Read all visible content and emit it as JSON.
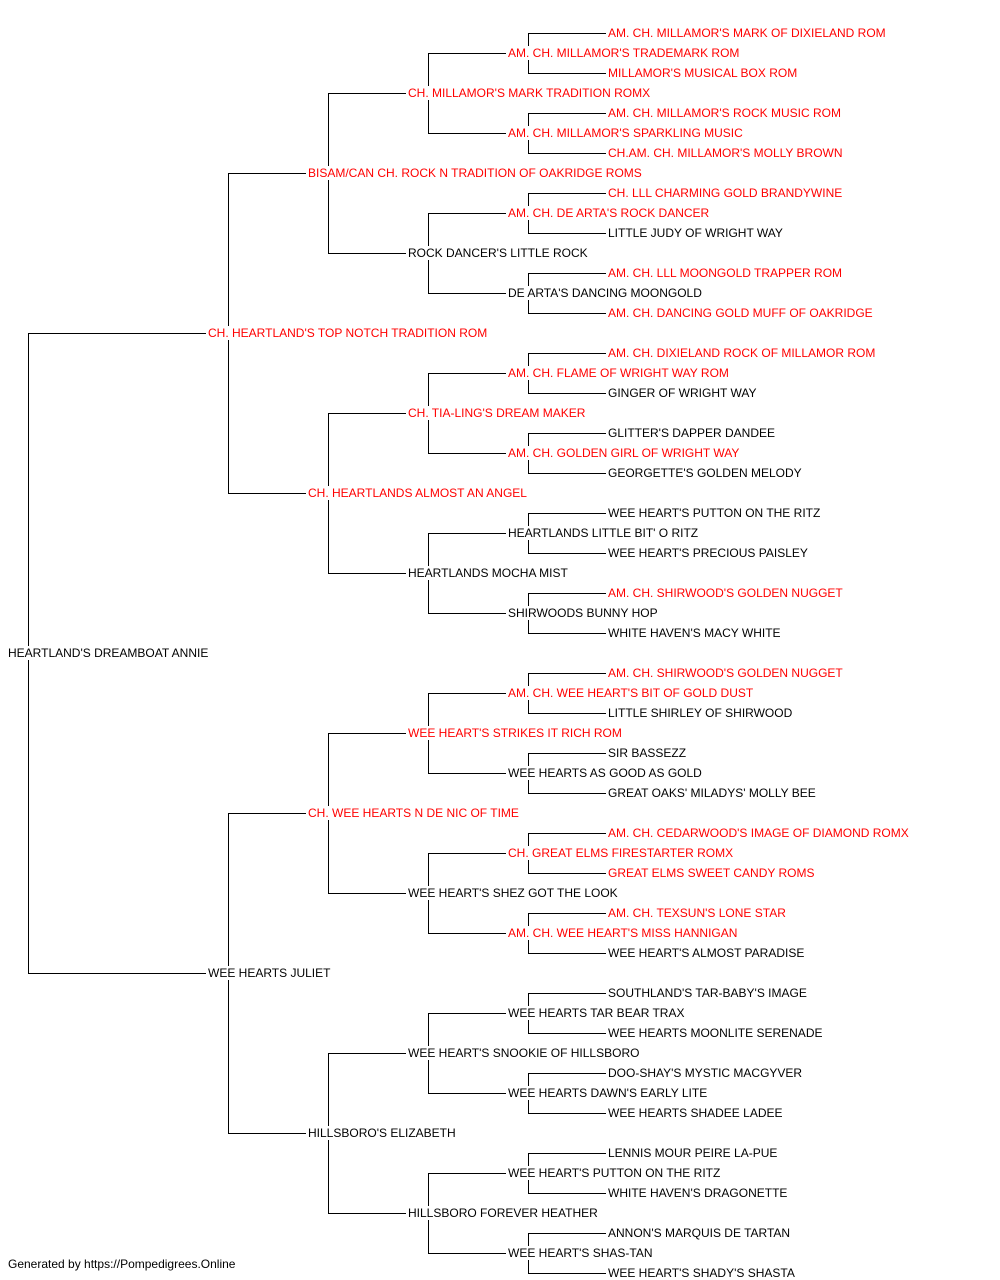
{
  "colors": {
    "champion": "#ff0000",
    "normal": "#000000",
    "line": "#000000"
  },
  "pedigree": {
    "name": "HEARTLAND'S DREAMBOAT ANNIE",
    "champion": false,
    "sire": {
      "name": "CH. HEARTLAND'S TOP NOTCH TRADITION ROM",
      "champion": true,
      "sire": {
        "name": "BISAM/CAN CH. ROCK N TRADITION OF OAKRIDGE ROMS",
        "champion": true,
        "sire": {
          "name": "CH. MILLAMOR'S MARK TRADITION ROMX",
          "champion": true,
          "sire": {
            "name": "AM. CH. MILLAMOR'S TRADEMARK ROM",
            "champion": true,
            "sire": {
              "name": "AM. CH. MILLAMOR'S MARK OF DIXIELAND ROM",
              "champion": true
            },
            "dam": {
              "name": "MILLAMOR'S MUSICAL BOX ROM",
              "champion": true
            }
          },
          "dam": {
            "name": "AM. CH. MILLAMOR'S SPARKLING MUSIC",
            "champion": true,
            "sire": {
              "name": "AM. CH. MILLAMOR'S ROCK MUSIC ROM",
              "champion": true
            },
            "dam": {
              "name": "CH.AM. CH. MILLAMOR'S MOLLY BROWN",
              "champion": true
            }
          }
        },
        "dam": {
          "name": "ROCK DANCER'S LITTLE ROCK",
          "champion": false,
          "sire": {
            "name": "AM. CH. DE ARTA'S ROCK DANCER",
            "champion": true,
            "sire": {
              "name": "CH. LLL CHARMING GOLD BRANDYWINE",
              "champion": true
            },
            "dam": {
              "name": "LITTLE JUDY OF WRIGHT WAY",
              "champion": false
            }
          },
          "dam": {
            "name": "DE ARTA'S DANCING MOONGOLD",
            "champion": false,
            "sire": {
              "name": "AM. CH. LLL MOONGOLD TRAPPER ROM",
              "champion": true
            },
            "dam": {
              "name": "AM. CH. DANCING GOLD MUFF OF OAKRIDGE",
              "champion": true
            }
          }
        }
      },
      "dam": {
        "name": "CH. HEARTLANDS ALMOST AN ANGEL",
        "champion": true,
        "sire": {
          "name": "CH. TIA-LING'S DREAM MAKER",
          "champion": true,
          "sire": {
            "name": "AM. CH. FLAME OF WRIGHT WAY ROM",
            "champion": true,
            "sire": {
              "name": "AM. CH. DIXIELAND ROCK OF MILLAMOR ROM",
              "champion": true
            },
            "dam": {
              "name": "GINGER OF WRIGHT WAY",
              "champion": false
            }
          },
          "dam": {
            "name": "AM. CH. GOLDEN GIRL OF WRIGHT WAY",
            "champion": true,
            "sire": {
              "name": "GLITTER'S DAPPER DANDEE",
              "champion": false
            },
            "dam": {
              "name": "GEORGETTE'S GOLDEN MELODY",
              "champion": false
            }
          }
        },
        "dam": {
          "name": "HEARTLANDS MOCHA MIST",
          "champion": false,
          "sire": {
            "name": "HEARTLANDS LITTLE BIT' O RITZ",
            "champion": false,
            "sire": {
              "name": "WEE HEART'S PUTTON ON THE RITZ",
              "champion": false
            },
            "dam": {
              "name": "WEE HEART'S PRECIOUS PAISLEY",
              "champion": false
            }
          },
          "dam": {
            "name": "SHIRWOODS BUNNY HOP",
            "champion": false,
            "sire": {
              "name": "AM. CH. SHIRWOOD'S GOLDEN NUGGET",
              "champion": true
            },
            "dam": {
              "name": "WHITE HAVEN'S MACY WHITE",
              "champion": false
            }
          }
        }
      }
    },
    "dam": {
      "name": "WEE HEARTS JULIET",
      "champion": false,
      "sire": {
        "name": "CH. WEE HEARTS N DE NIC OF TIME",
        "champion": true,
        "sire": {
          "name": "WEE HEART'S STRIKES IT RICH ROM",
          "champion": true,
          "sire": {
            "name": "AM. CH. WEE HEART'S BIT OF GOLD DUST",
            "champion": true,
            "sire": {
              "name": "AM. CH. SHIRWOOD'S GOLDEN NUGGET",
              "champion": true
            },
            "dam": {
              "name": "LITTLE SHIRLEY OF SHIRWOOD",
              "champion": false
            }
          },
          "dam": {
            "name": "WEE HEARTS AS GOOD AS GOLD",
            "champion": false,
            "sire": {
              "name": "SIR BASSEZZ",
              "champion": false
            },
            "dam": {
              "name": "GREAT OAKS' MILADYS' MOLLY BEE",
              "champion": false
            }
          }
        },
        "dam": {
          "name": "WEE HEART'S SHEZ GOT THE LOOK",
          "champion": false,
          "sire": {
            "name": "CH. GREAT ELMS FIRESTARTER ROMX",
            "champion": true,
            "sire": {
              "name": "AM. CH. CEDARWOOD'S IMAGE OF DIAMOND ROMX",
              "champion": true
            },
            "dam": {
              "name": "GREAT ELMS SWEET CANDY ROMS",
              "champion": true
            }
          },
          "dam": {
            "name": "AM. CH. WEE HEART'S MISS HANNIGAN",
            "champion": true,
            "sire": {
              "name": "AM. CH. TEXSUN'S LONE STAR",
              "champion": true
            },
            "dam": {
              "name": "WEE HEART'S ALMOST PARADISE",
              "champion": false
            }
          }
        }
      },
      "dam": {
        "name": "HILLSBORO'S ELIZABETH",
        "champion": false,
        "sire": {
          "name": "WEE HEART'S SNOOKIE OF HILLSBORO",
          "champion": false,
          "sire": {
            "name": "WEE HEARTS TAR BEAR TRAX",
            "champion": false,
            "sire": {
              "name": "SOUTHLAND'S TAR-BABY'S IMAGE",
              "champion": false
            },
            "dam": {
              "name": "WEE HEARTS MOONLITE SERENADE",
              "champion": false
            }
          },
          "dam": {
            "name": "WEE HEARTS DAWN'S EARLY LITE",
            "champion": false,
            "sire": {
              "name": "DOO-SHAY'S MYSTIC MACGYVER",
              "champion": false
            },
            "dam": {
              "name": "WEE HEARTS SHADEE LADEE",
              "champion": false
            }
          }
        },
        "dam": {
          "name": "HILLSBORO FOREVER HEATHER",
          "champion": false,
          "sire": {
            "name": "WEE HEART'S PUTTON ON THE RITZ",
            "champion": false,
            "sire": {
              "name": "LENNIS MOUR PEIRE LA-PUE",
              "champion": false
            },
            "dam": {
              "name": "WHITE HAVEN'S DRAGONETTE",
              "champion": false
            }
          },
          "dam": {
            "name": "WEE HEART'S SHAS-TAN",
            "champion": false,
            "sire": {
              "name": "ANNON'S MARQUIS DE TARTAN",
              "champion": false
            },
            "dam": {
              "name": "WEE HEART'S SHADY'S SHASTA",
              "champion": false
            }
          }
        }
      }
    }
  },
  "footer": {
    "text": "Generated by https://Pompedigrees.Online"
  }
}
